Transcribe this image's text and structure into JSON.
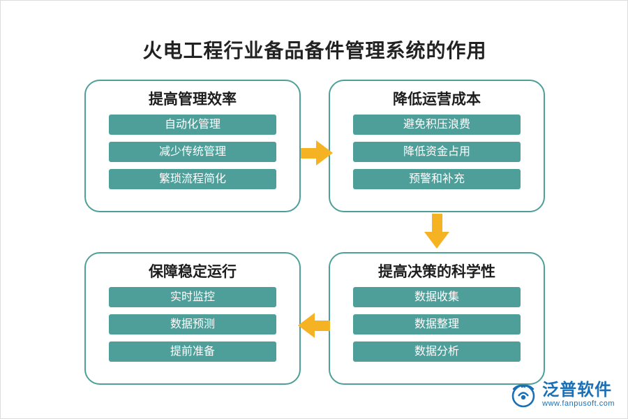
{
  "title": "火电工程行业备品备件管理系统的作用",
  "watermark": {
    "line1": "泛普软件",
    "line2": "fanpusoft"
  },
  "colors": {
    "teal": "#4e9e99",
    "arrow_orange": "#f5b323",
    "logo_blue": "#1b6fb5",
    "title_text": "#222222"
  },
  "cards": [
    {
      "title": "提高管理效率",
      "items": [
        "自动化管理",
        "减少传统管理",
        "繁琐流程简化"
      ]
    },
    {
      "title": "降低运营成本",
      "items": [
        "避免积压浪费",
        "降低资金占用",
        "预警和补充"
      ]
    },
    {
      "title": "提高决策的科学性",
      "items": [
        "数据收集",
        "数据整理",
        "数据分析"
      ]
    },
    {
      "title": "保障稳定运行",
      "items": [
        "实时监控",
        "数据预测",
        "提前准备"
      ]
    }
  ],
  "arrows": [
    {
      "name": "arrow-right",
      "direction": "right"
    },
    {
      "name": "arrow-down",
      "direction": "down"
    },
    {
      "name": "arrow-left",
      "direction": "left"
    }
  ],
  "logo": {
    "name": "泛普软件",
    "url": "www.fanpusoft.com"
  }
}
